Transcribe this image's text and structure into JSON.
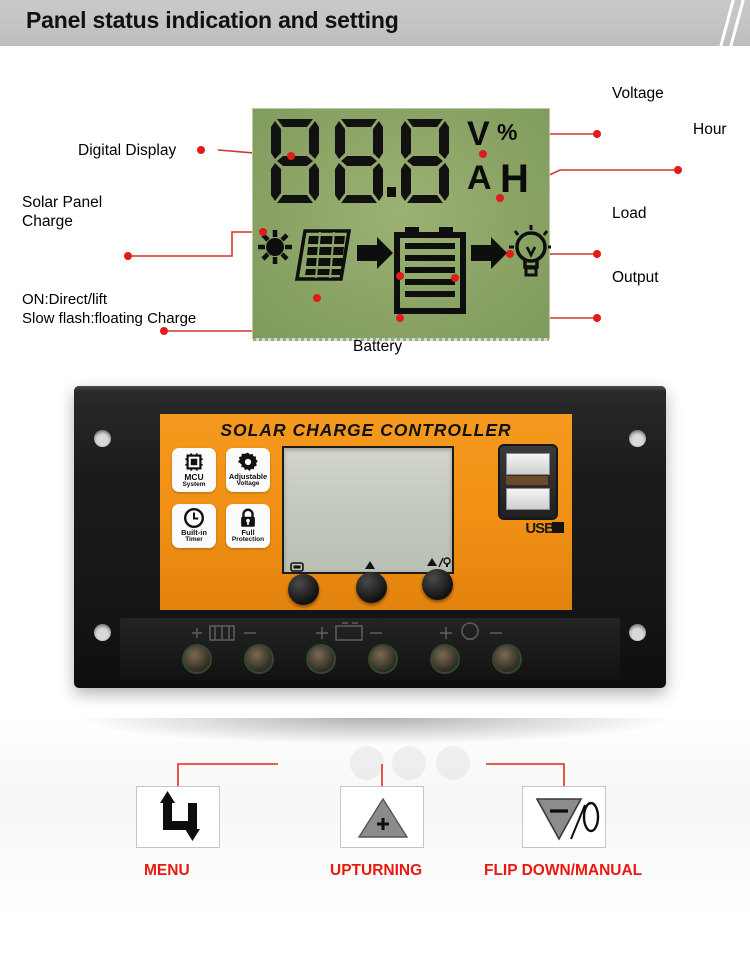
{
  "header": {
    "title": "Panel status indication and setting"
  },
  "diagram": {
    "lcd": {
      "digits": "88.8",
      "unit_volt": "V",
      "unit_percent": "%",
      "unit_amp": "A",
      "unit_hour": "H",
      "icons": {
        "sun": "sun-icon",
        "solar_panel": "solar-panel-icon",
        "arrow_left": "arrow-right-icon",
        "battery": "battery-icon",
        "arrow_right": "arrow-right-icon",
        "bulb": "light-bulb-icon"
      },
      "background_color": "#8ba466"
    },
    "annotations": {
      "digital_display": "Digital Display",
      "solar_panel_charge_line1": "Solar Panel",
      "solar_panel_charge_line2": "Charge",
      "on_direct_line1": "ON:Direct/lift",
      "on_direct_line2": "Slow flash:floating Charge",
      "battery": "Battery",
      "voltage": "Voltage",
      "hour": "Hour",
      "load": "Load",
      "output": "Output"
    },
    "leader_color": "#d4352b",
    "dot_color": "#e01b1b"
  },
  "device": {
    "title": "SOLAR CHARGE CONTROLLER",
    "usb_label": "USB",
    "badges": [
      {
        "icon": "chip-icon",
        "line1": "MCU",
        "line2": "System"
      },
      {
        "icon": "gear-icon",
        "line1": "Adjustable",
        "line2": "Voltage"
      },
      {
        "icon": "clock-icon",
        "line1": "Built-in",
        "line2": "Timer"
      },
      {
        "icon": "lock-icon",
        "line1": "Full",
        "line2": "Protection"
      }
    ],
    "buttons": [
      {
        "icon": "menu-button-icon"
      },
      {
        "icon": "up-button-icon"
      },
      {
        "icon": "down-light-button-icon"
      }
    ],
    "terminals": [
      {
        "mark": "+",
        "group": "solar"
      },
      {
        "mark": "−",
        "group": "solar"
      },
      {
        "mark": "+",
        "group": "battery"
      },
      {
        "mark": "−",
        "group": "battery"
      },
      {
        "mark": "+",
        "group": "load"
      },
      {
        "mark": "−",
        "group": "load"
      }
    ],
    "body_color": "#161616",
    "face_color": "#f08f14"
  },
  "legend": {
    "items": [
      {
        "icon": "loop-arrows-icon",
        "label": "MENU"
      },
      {
        "icon": "triangle-plus-icon",
        "label": "UPTURNING"
      },
      {
        "icon": "triangle-minus-bulb-icon",
        "label": "FLIP DOWN/MANUAL"
      }
    ],
    "label_color": "#e8190f"
  }
}
